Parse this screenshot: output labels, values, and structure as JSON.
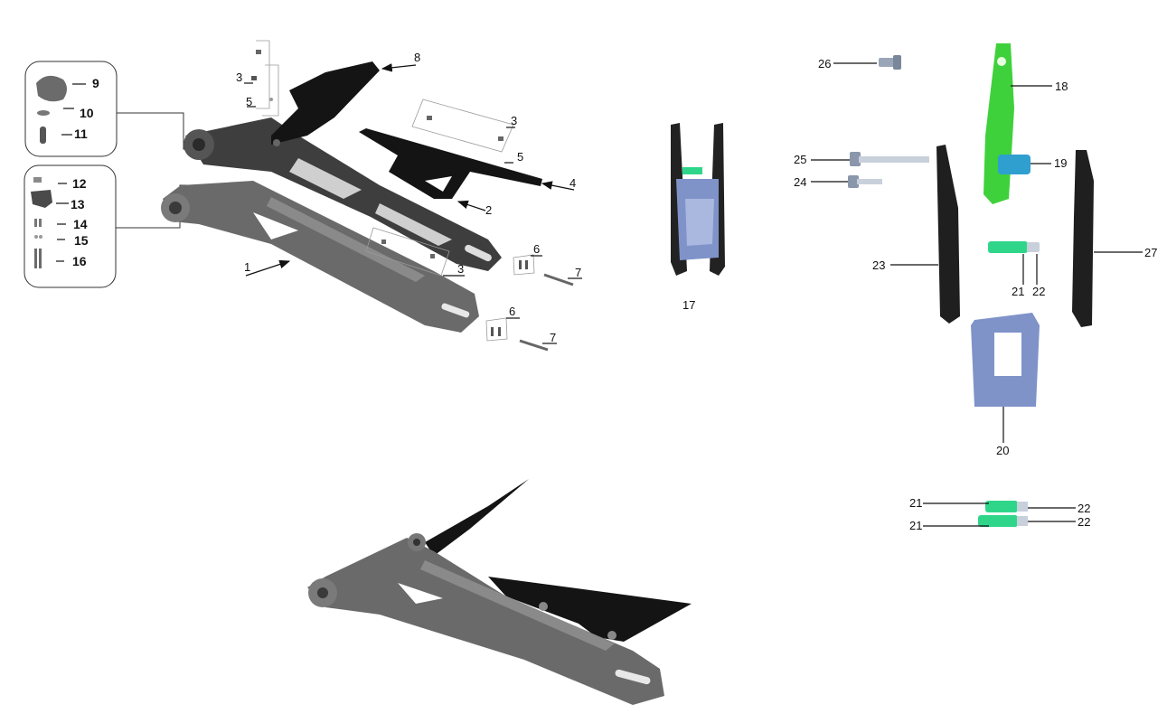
{
  "colors": {
    "arm_grey": "#5f5f5f",
    "arm_grey_light": "#8a8a8a",
    "black_part": "#141414",
    "green_part": "#3fd13b",
    "blue_part": "#7f93c9",
    "teal_part": "#2f9fcf",
    "spring_green": "#2fd68a"
  },
  "labels": {
    "p1": "1",
    "p2": "2",
    "p3a": "3",
    "p3b": "3",
    "p3c": "3",
    "p4": "4",
    "p5a": "5",
    "p5b": "5",
    "p6a": "6",
    "p6b": "6",
    "p7a": "7",
    "p7b": "7",
    "p8": "8",
    "p9": "9",
    "p10": "10",
    "p11": "11",
    "p12": "12",
    "p13": "13",
    "p14": "14",
    "p15": "15",
    "p16": "16",
    "p17": "17",
    "p18": "18",
    "p19": "19",
    "p20": "20",
    "p21a": "21",
    "p21b": "21",
    "p21c": "21",
    "p22a": "22",
    "p22b": "22",
    "p22c": "22",
    "p23": "23",
    "p24": "24",
    "p25": "25",
    "p26": "26",
    "p27": "27"
  }
}
